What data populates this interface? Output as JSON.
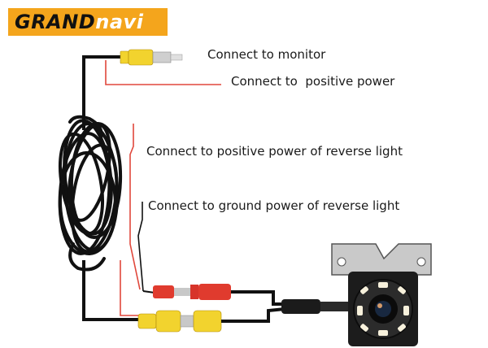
{
  "logo": {
    "brand_part1": "GRAND",
    "brand_part2": "navi"
  },
  "callouts": {
    "monitor": "Connect to monitor",
    "positive_power": "Connect to  positive power",
    "reverse_positive": "Connect to positive power of reverse light",
    "reverse_ground": "Connect to ground power of reverse light"
  },
  "colors": {
    "logo_bg": "#f4a51c",
    "rca_yellow": "#f2d32e",
    "rca_red": "#e03b2e",
    "wire_red": "#e0473b",
    "cable_black": "#111111",
    "camera_body": "#1c1c1c",
    "led_white": "#f7f1dc"
  }
}
